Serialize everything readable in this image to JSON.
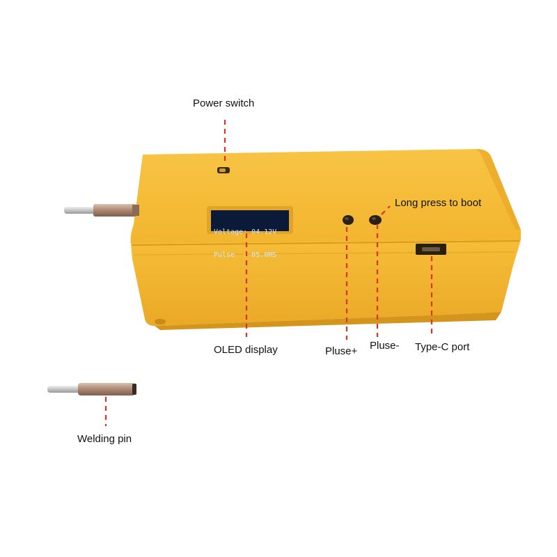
{
  "labels": {
    "power_switch": "Power switch",
    "long_press": "Long press to boot",
    "oled_display": "OLED display",
    "pulse_plus": "Pluse+",
    "pulse_minus": "Pluse-",
    "type_c": "Type-C port",
    "welding_pin": "Welding pin"
  },
  "oled": {
    "line1": "Voltage: 04.12V",
    "line2": "Pulse  : 05.0MS"
  },
  "colors": {
    "body": "#f6bc35",
    "body_shadow": "#e3a423",
    "leader_line": "#e0302a",
    "oled_bg": "#0c1a3a",
    "oled_text": "#cfe6ff",
    "pin_metal": "#b99a84"
  }
}
